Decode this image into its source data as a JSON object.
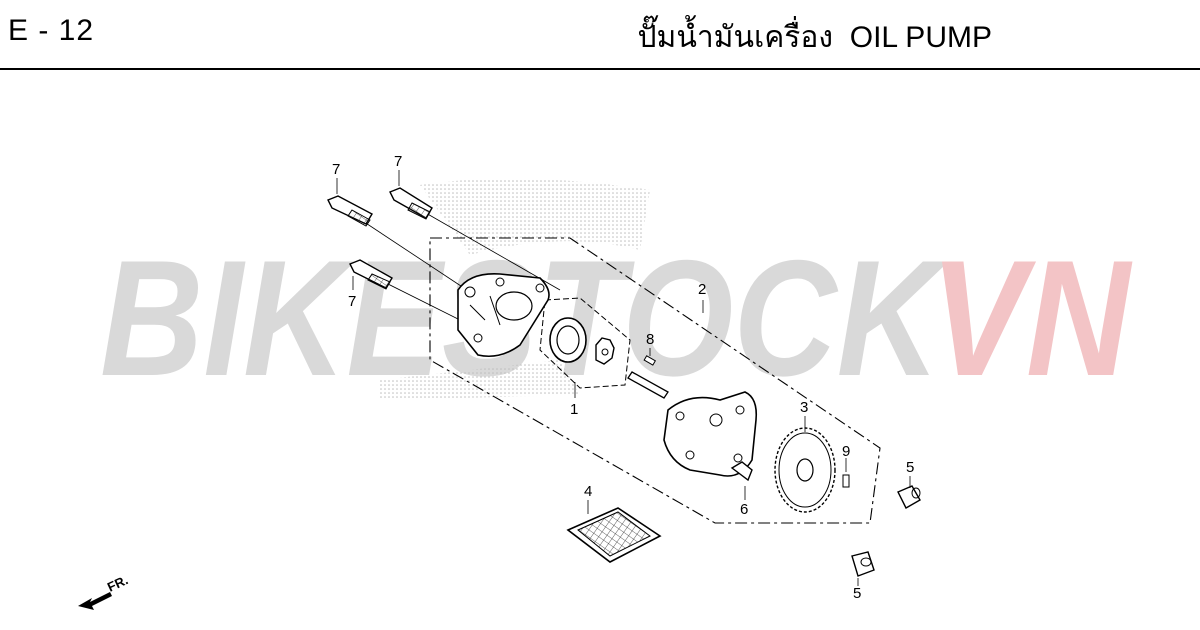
{
  "header": {
    "page_code": "E - 12",
    "title_thai": "ปั๊มน้ำมันเครื่อง",
    "title_en": "OIL PUMP"
  },
  "watermark": {
    "text_main": "BIKESTOCK",
    "text_accent": "VN",
    "color_main": "#d9d9d9",
    "color_accent": "#f3c4c6"
  },
  "callouts": {
    "bolt_a": "7",
    "bolt_b": "7",
    "bolt_c": "7",
    "rotor": "1",
    "pump_assembly": "2",
    "driven_sprocket": "3",
    "strainer": "4",
    "dowel_pin_a": "5",
    "dowel_pin_b": "5",
    "sprocket_bolt": "6",
    "pin_8": "8",
    "pin_9": "9"
  },
  "direction_marker": {
    "label": "FR.",
    "icon": "front-direction-arrow-icon"
  }
}
